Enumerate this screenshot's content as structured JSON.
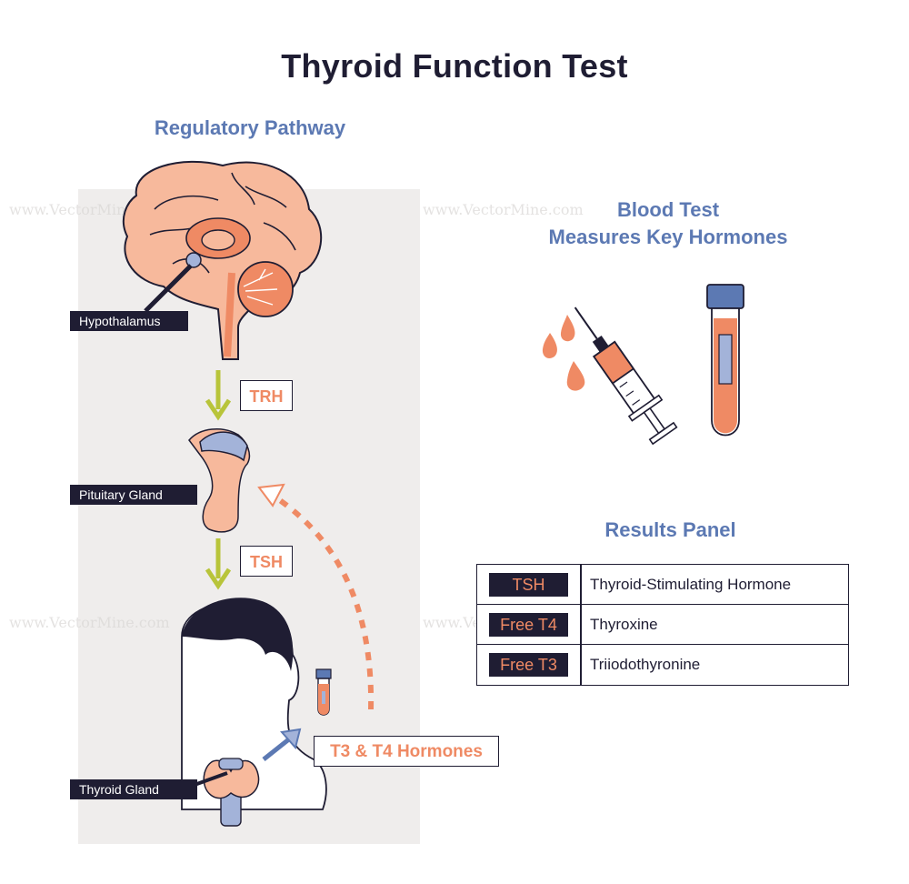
{
  "title": "Thyroid Function Test",
  "pathway": {
    "title": "Regulatory Pathway",
    "labels": {
      "hypothalamus": "Hypothalamus",
      "pituitary": "Pituitary Gland",
      "thyroid": "Thyroid Gland"
    },
    "callouts": {
      "trh": "TRH",
      "tsh": "TSH",
      "t3t4": "T3 & T4 Hormones"
    }
  },
  "blood_test": {
    "title_line1": "Blood Test",
    "title_line2": "Measures Key Hormones"
  },
  "results": {
    "title": "Results Panel",
    "rows": [
      {
        "code": "TSH",
        "name": "Thyroid-Stimulating Hormone"
      },
      {
        "code": "Free T4",
        "name": "Thyroxine"
      },
      {
        "code": "Free T3",
        "name": "Triiodothyronine"
      }
    ]
  },
  "watermark": "www.VectorMine.com",
  "colors": {
    "navy": "#1f1d33",
    "orange": "#ef8a64",
    "peach": "#f7b99c",
    "blue": "#5c79b3",
    "lightblue": "#a3b3d9",
    "green": "#b8c43a",
    "panel": "#efedec"
  }
}
